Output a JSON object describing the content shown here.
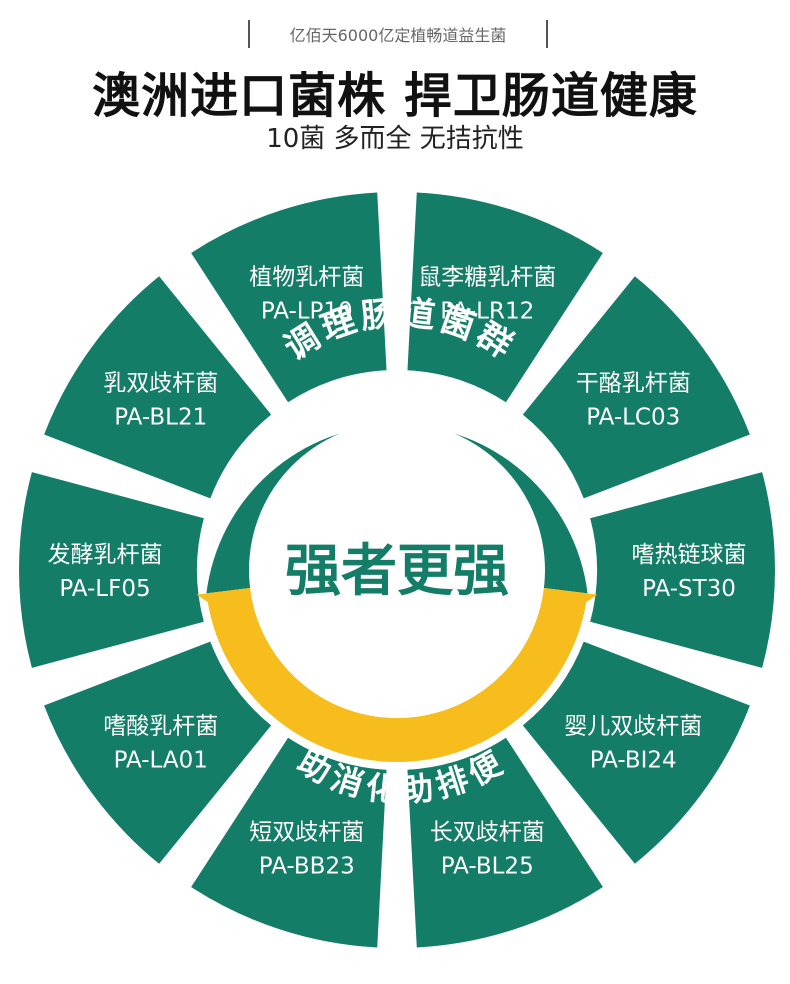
{
  "header": {
    "tagline": "亿佰天6000亿定植畅道益生菌",
    "headline": "澳洲进口菌株 捍卫肠道健康",
    "subheadline": "10菌 多而全 无拮抗性"
  },
  "wheel": {
    "center_text": "强者更强",
    "top_arc_text": "调理肠道菌群",
    "bottom_arc_text": "助消化助排便",
    "segments": [
      {
        "name": "鼠李糖乳杆菌",
        "code": "PA-LR12"
      },
      {
        "name": "干酪乳杆菌",
        "code": "PA-LC03"
      },
      {
        "name": "嗜热链球菌",
        "code": "PA-ST30"
      },
      {
        "name": "婴儿双歧杆菌",
        "code": "PA-BI24"
      },
      {
        "name": "长双歧杆菌",
        "code": "PA-BL25"
      },
      {
        "name": "短双歧杆菌",
        "code": "PA-BB23"
      },
      {
        "name": "嗜酸乳杆菌",
        "code": "PA-LA01"
      },
      {
        "name": "发酵乳杆菌",
        "code": "PA-LF05"
      },
      {
        "name": "乳双歧杆菌",
        "code": "PA-BL21"
      },
      {
        "name": "植物乳杆菌",
        "code": "PA-LP10"
      }
    ]
  },
  "colors": {
    "green": "#137d68",
    "yellow": "#f7bd1c",
    "white": "#ffffff"
  }
}
